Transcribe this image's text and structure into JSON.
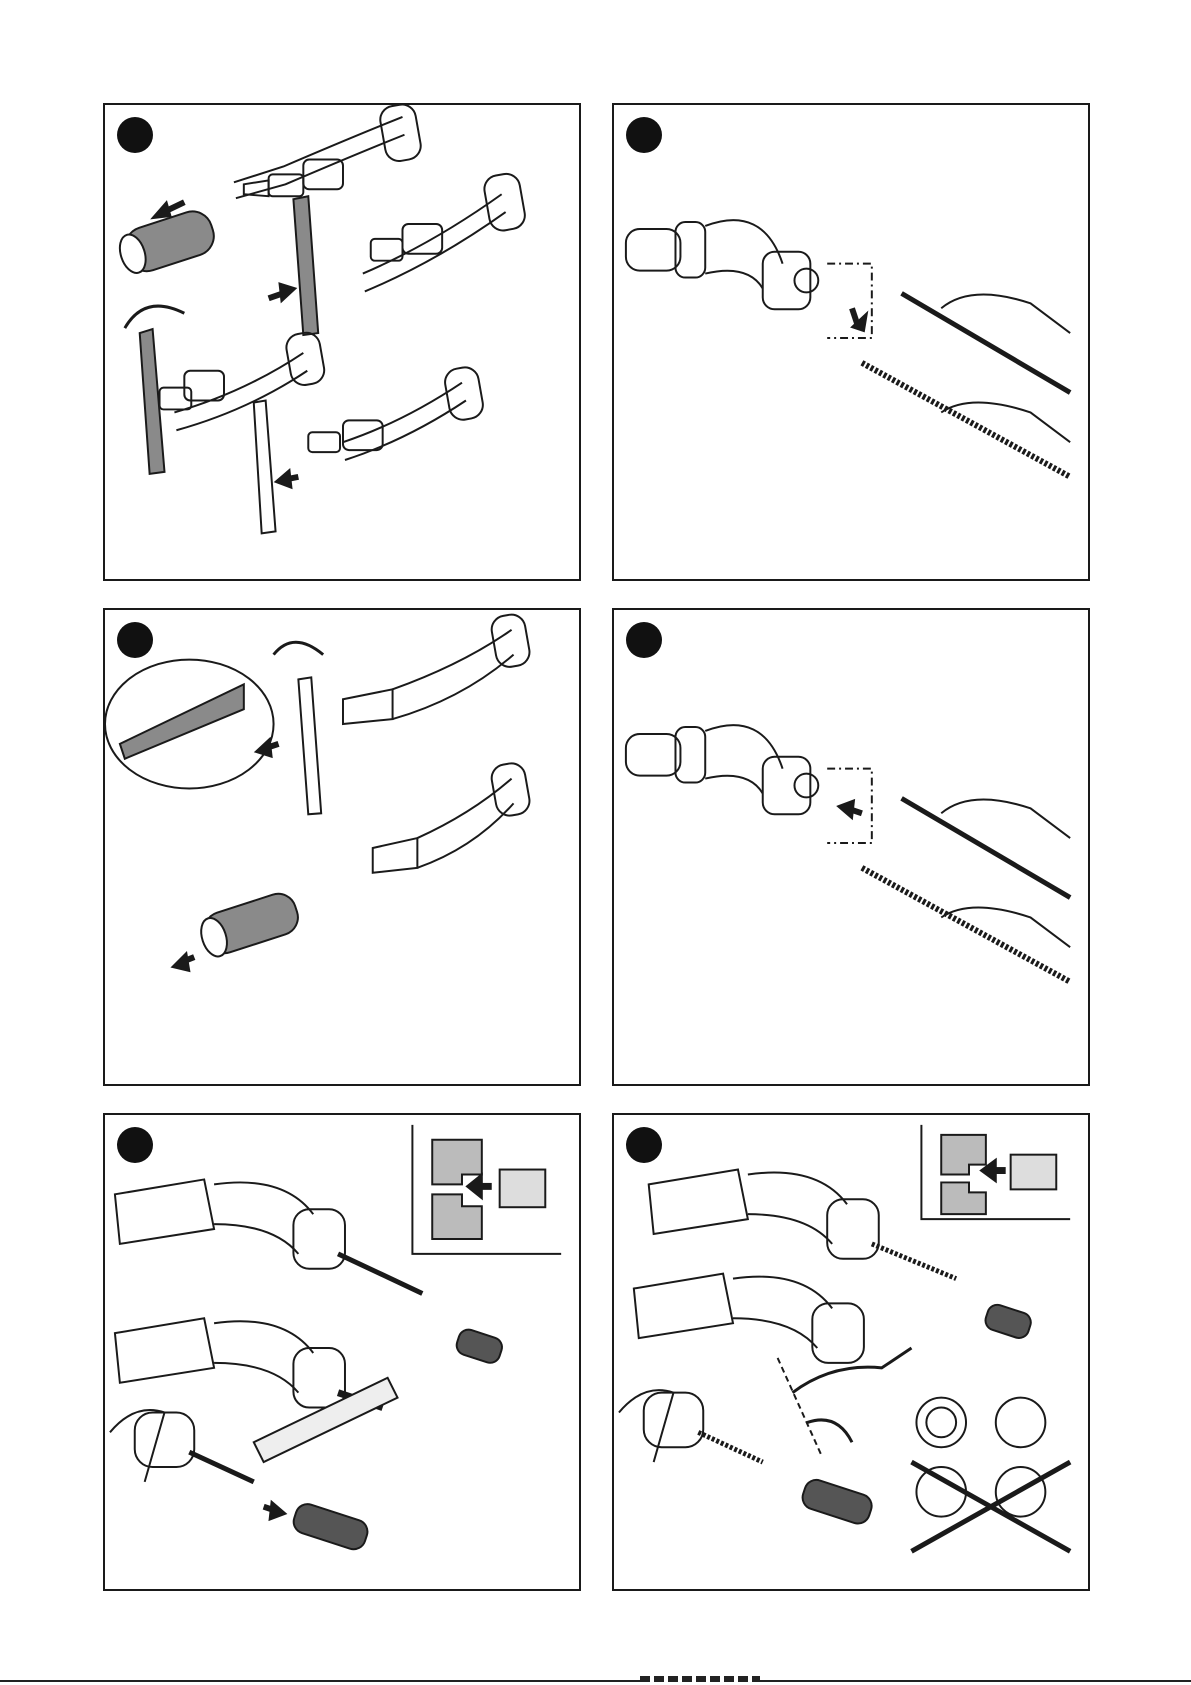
{
  "page": {
    "panels": [
      {
        "id": "step-1",
        "description_icon": "torch-disassembly-icon"
      },
      {
        "id": "step-2",
        "description_icon": "liner-removal-icon"
      },
      {
        "id": "step-3",
        "description_icon": "tip-reassembly-icon"
      },
      {
        "id": "step-4",
        "description_icon": "liner-insertion-icon"
      },
      {
        "id": "step-5",
        "description_icon": "liner-cutting-icon"
      },
      {
        "id": "step-6",
        "description_icon": "spring-liner-fitting-icon"
      }
    ],
    "colors": {
      "ink": "#1a1a1a",
      "shade": "#8a8a8a",
      "paper": "#ffffff"
    }
  }
}
